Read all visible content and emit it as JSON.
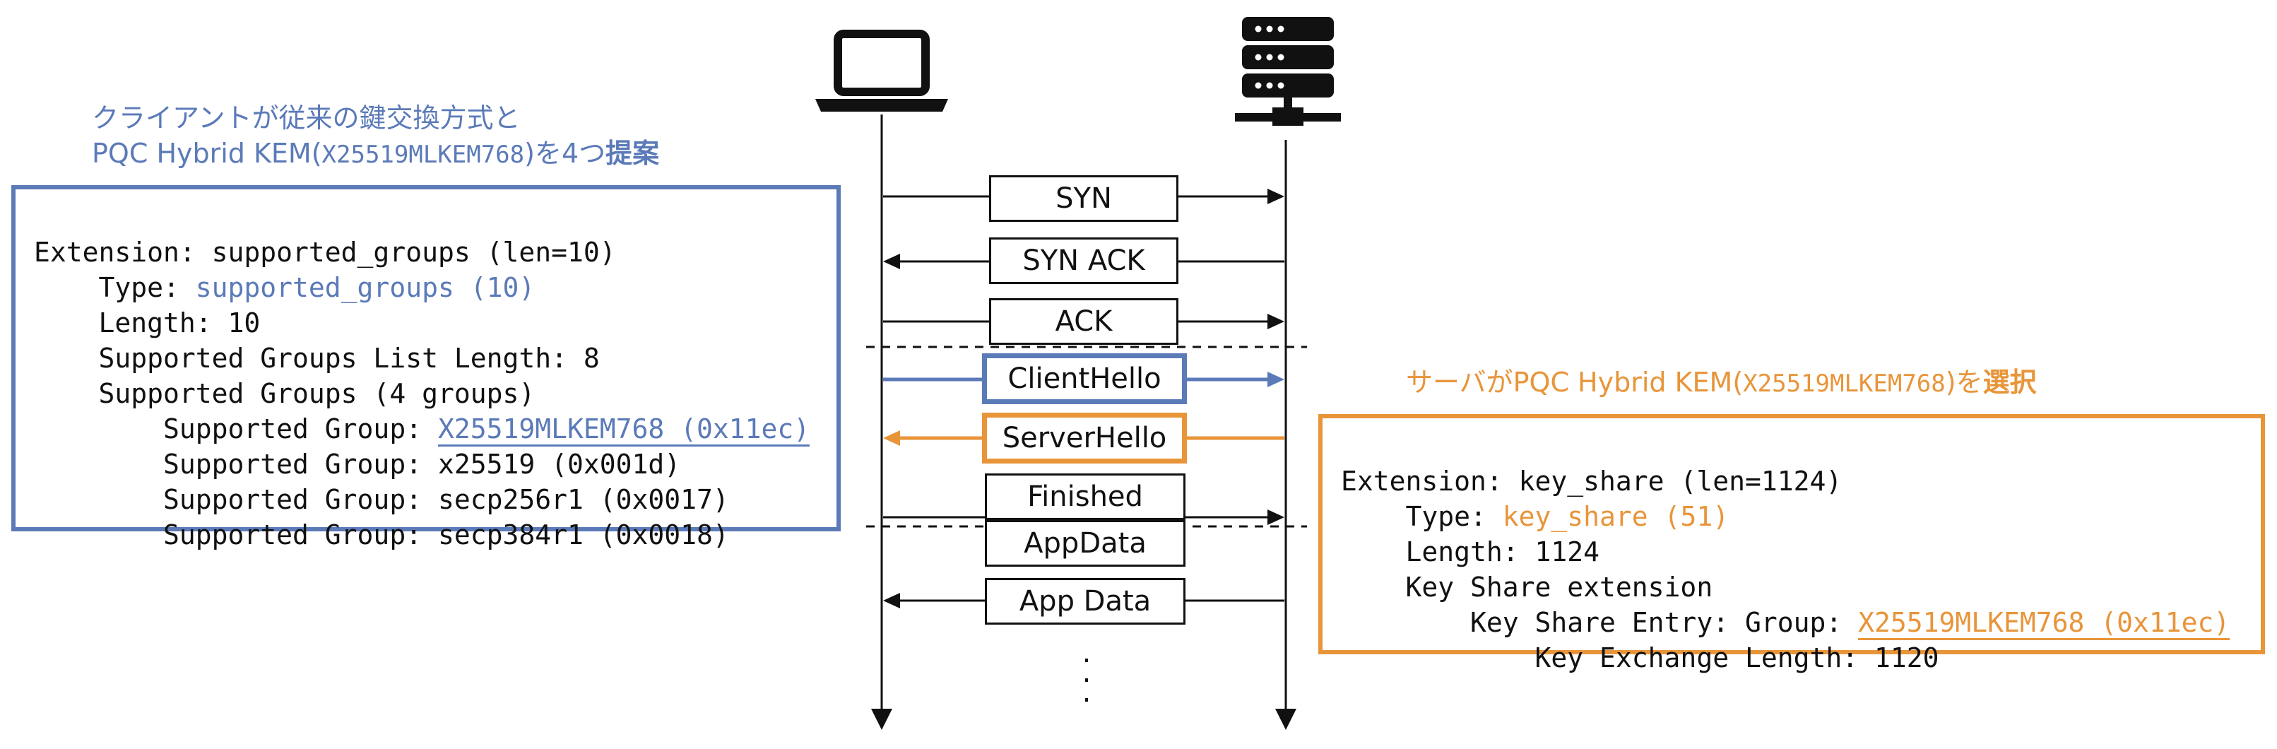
{
  "client_caption": {
    "line1": "クライアントが従来の鍵交換方式と",
    "line2_prefix": "PQC Hybrid KEM(",
    "line2_code": "X25519MLKEM768",
    "line2_mid": ")を4つ",
    "line2_bold": "提案"
  },
  "server_caption": {
    "prefix": "サーバがPQC Hybrid KEM(",
    "code": "X25519MLKEM768",
    "mid": ")を",
    "bold": "選択"
  },
  "client_extension": {
    "line1": "Extension: supported_groups (len=10)",
    "type_label": "    Type: ",
    "type_value": "supported_groups (10)",
    "length": "    Length: 10",
    "list_length": "    Supported Groups List Length: 8",
    "groups_header": "    Supported Groups (4 groups)",
    "group_label": "        Supported Group: ",
    "group_highlight": "X25519MLKEM768 (0x11ec)",
    "group2": "        Supported Group: x25519 (0x001d)",
    "group3": "        Supported Group: secp256r1 (0x0017)",
    "group4": "        Supported Group: secp384r1 (0x0018)"
  },
  "server_extension": {
    "line1": "Extension: key_share (len=1124)",
    "type_label": "    Type: ",
    "type_value": "key_share (51)",
    "length": "    Length: 1124",
    "ext": "    Key Share extension",
    "entry_label": "        Key Share Entry: Group: ",
    "entry_value": "X25519MLKEM768 (0x11ec)",
    "kex_length": "            Key Exchange Length: 1120"
  },
  "messages": [
    {
      "label": "SYN",
      "direction": "right"
    },
    {
      "label": "SYN ACK",
      "direction": "left"
    },
    {
      "label": "ACK",
      "direction": "right"
    },
    {
      "label": "ClientHello",
      "direction": "right"
    },
    {
      "label": "ServerHello",
      "direction": "left"
    },
    {
      "label": "Finished",
      "direction": "right"
    },
    {
      "label": "AppData",
      "direction": "right"
    },
    {
      "label": "App Data",
      "direction": "left"
    }
  ],
  "continuation": ".\n.\n.",
  "icons": {
    "client": "laptop-icon",
    "server": "server-icon"
  },
  "colors": {
    "client_accent": "#5b7ab8",
    "server_accent": "#e8953a",
    "line": "#111111"
  }
}
